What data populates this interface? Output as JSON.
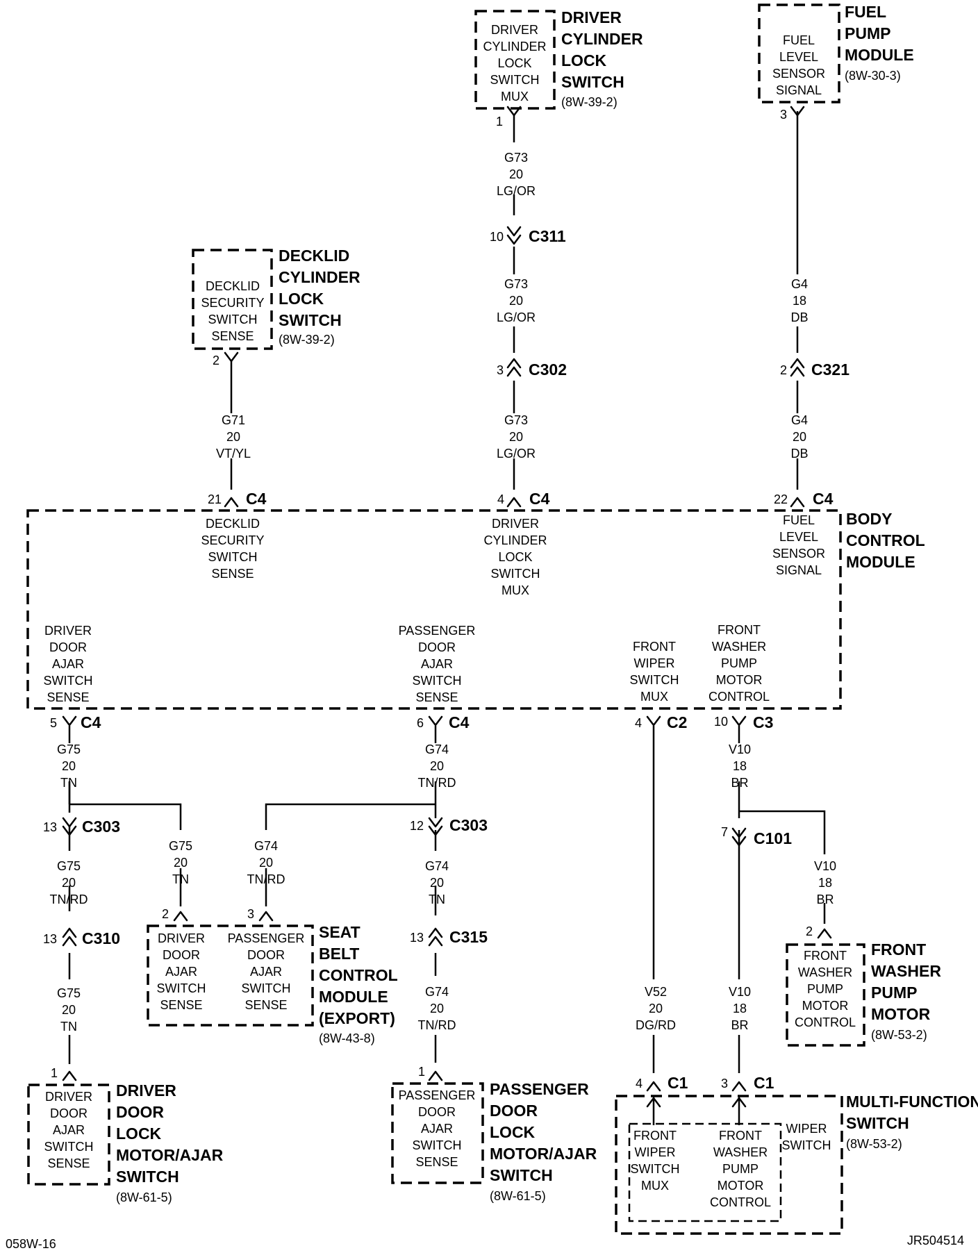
{
  "components": {
    "driver_cyl_switch": {
      "title": [
        "DRIVER",
        "CYLINDER",
        "LOCK",
        "SWITCH"
      ],
      "ref": "(8W-39-2)",
      "box_lines": [
        "DRIVER",
        "CYLINDER",
        "LOCK",
        "SWITCH",
        "MUX"
      ],
      "pin": "1"
    },
    "fuel_pump_module": {
      "title": [
        "FUEL",
        "PUMP",
        "MODULE"
      ],
      "ref": "(8W-30-3)",
      "box_lines": [
        "FUEL",
        "LEVEL",
        "SENSOR",
        "SIGNAL"
      ],
      "pin": "3"
    },
    "decklid_switch": {
      "title": [
        "DECKLID",
        "CYLINDER",
        "LOCK",
        "SWITCH"
      ],
      "ref": "(8W-39-2)",
      "box_lines": [
        "DECKLID",
        "SECURITY",
        "SWITCH",
        "SENSE"
      ],
      "pin": "2"
    },
    "bcm": {
      "title": [
        "BODY",
        "CONTROL",
        "MODULE"
      ],
      "inputs": [
        {
          "pin": "21",
          "conn": "C4",
          "lines": [
            "DECKLID",
            "SECURITY",
            "SWITCH",
            "SENSE"
          ]
        },
        {
          "pin": "4",
          "conn": "C4",
          "lines": [
            "DRIVER",
            "CYLINDER",
            "LOCK",
            "SWITCH",
            "MUX"
          ]
        },
        {
          "pin": "22",
          "conn": "C4",
          "lines": [
            "FUEL",
            "LEVEL",
            "SENSOR",
            "SIGNAL"
          ]
        }
      ],
      "outputs": [
        {
          "pin": "5",
          "conn": "C4",
          "lines": [
            "DRIVER",
            "DOOR",
            "AJAR",
            "SWITCH",
            "SENSE"
          ]
        },
        {
          "pin": "6",
          "conn": "C4",
          "lines": [
            "PASSENGER",
            "DOOR",
            "AJAR",
            "SWITCH",
            "SENSE"
          ]
        },
        {
          "pin": "4",
          "conn": "C2",
          "lines": [
            "FRONT",
            "WIPER",
            "SWITCH",
            "MUX"
          ]
        },
        {
          "pin": "10",
          "conn": "C3",
          "lines": [
            "FRONT",
            "WASHER",
            "PUMP",
            "MOTOR",
            "CONTROL"
          ]
        }
      ]
    },
    "seat_belt_module": {
      "title": [
        "SEAT",
        "BELT",
        "CONTROL",
        "MODULE",
        "(EXPORT)"
      ],
      "ref": "(8W-43-8)",
      "left": {
        "pin": "2",
        "lines": [
          "DRIVER",
          "DOOR",
          "AJAR",
          "SWITCH",
          "SENSE"
        ]
      },
      "right": {
        "pin": "3",
        "lines": [
          "PASSENGER",
          "DOOR",
          "AJAR",
          "SWITCH",
          "SENSE"
        ]
      }
    },
    "driver_door_lock": {
      "title": [
        "DRIVER",
        "DOOR",
        "LOCK",
        "MOTOR/AJAR",
        "SWITCH"
      ],
      "ref": "(8W-61-5)",
      "box_lines": [
        "DRIVER",
        "DOOR",
        "AJAR",
        "SWITCH",
        "SENSE"
      ],
      "pin": "1"
    },
    "passenger_door_lock": {
      "title": [
        "PASSENGER",
        "DOOR",
        "LOCK",
        "MOTOR/AJAR",
        "SWITCH"
      ],
      "ref": "(8W-61-5)",
      "box_lines": [
        "PASSENGER",
        "DOOR",
        "AJAR",
        "SWITCH",
        "SENSE"
      ],
      "pin": "1"
    },
    "washer_pump_motor": {
      "title": [
        "FRONT",
        "WASHER",
        "PUMP",
        "MOTOR"
      ],
      "ref": "(8W-53-2)",
      "box_lines": [
        "FRONT",
        "WASHER",
        "PUMP",
        "MOTOR",
        "CONTROL"
      ],
      "pin": "2"
    },
    "multi_function_switch": {
      "title": [
        "MULTI-FUNCTION",
        "SWITCH"
      ],
      "ref": "(8W-53-2)",
      "inner_label": [
        "WIPER",
        "SWITCH"
      ],
      "left": {
        "pin": "4",
        "conn": "C1",
        "lines": [
          "FRONT",
          "WIPER",
          "SWITCH",
          "MUX"
        ]
      },
      "right": {
        "pin": "3",
        "conn": "C1",
        "lines": [
          "FRONT",
          "WASHER",
          "PUMP",
          "MOTOR",
          "CONTROL"
        ]
      }
    }
  },
  "wires": {
    "g73_a": [
      "G73",
      "20",
      "LG/OR"
    ],
    "g73_b": [
      "G73",
      "20",
      "LG/OR"
    ],
    "g73_c": [
      "G73",
      "20",
      "LG/OR"
    ],
    "g4_a": [
      "G4",
      "18",
      "DB"
    ],
    "g4_b": [
      "G4",
      "20",
      "DB"
    ],
    "g71": [
      "G71",
      "20",
      "VT/YL"
    ],
    "g75_a": [
      "G75",
      "20",
      "TN"
    ],
    "g75_branch": [
      "G75",
      "20",
      "TN"
    ],
    "g75_b": [
      "G75",
      "20",
      "TN/RD"
    ],
    "g75_c": [
      "G75",
      "20",
      "TN"
    ],
    "g74_a": [
      "G74",
      "20",
      "TN/RD"
    ],
    "g74_branch": [
      "G74",
      "20",
      "TN/RD"
    ],
    "g74_b": [
      "G74",
      "20",
      "TN"
    ],
    "g74_c": [
      "G74",
      "20",
      "TN/RD"
    ],
    "v10_a": [
      "V10",
      "18",
      "BR"
    ],
    "v10_branch": [
      "V10",
      "18",
      "BR"
    ],
    "v10_b": [
      "V10",
      "18",
      "BR"
    ],
    "v52": [
      "V52",
      "20",
      "DG/RD"
    ]
  },
  "connectors": {
    "c311": {
      "pin": "10",
      "name": "C311"
    },
    "c302": {
      "pin": "3",
      "name": "C302"
    },
    "c321": {
      "pin": "2",
      "name": "C321"
    },
    "c303_left": {
      "pin": "13",
      "name": "C303"
    },
    "c303_right": {
      "pin": "12",
      "name": "C303"
    },
    "c310": {
      "pin": "13",
      "name": "C310"
    },
    "c315": {
      "pin": "13",
      "name": "C315"
    },
    "c101": {
      "pin": "7",
      "name": "C101"
    }
  },
  "footer": {
    "left": "058W-16",
    "right": "JR504514"
  }
}
